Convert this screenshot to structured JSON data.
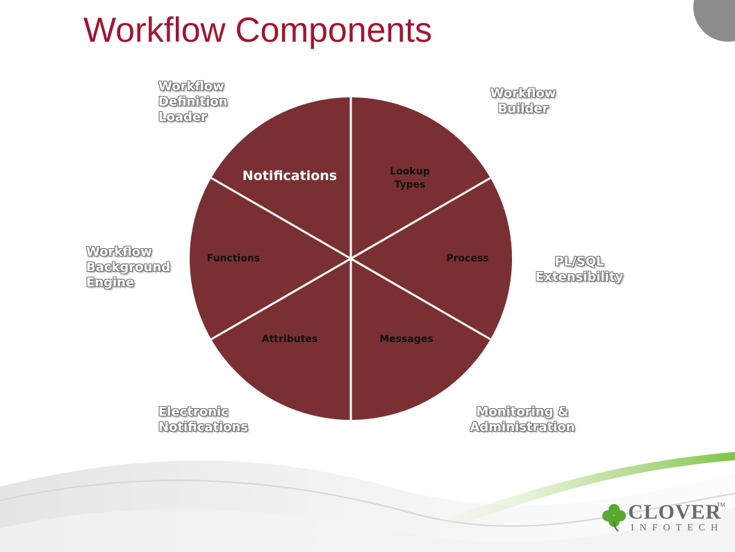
{
  "title": "Workflow Components",
  "colors": {
    "title": "#a01530",
    "segment": "#7a3033",
    "divider": "#ffffff"
  },
  "wheel": {
    "segments": [
      {
        "label": "Lookup\nTypes"
      },
      {
        "label": "Process"
      },
      {
        "label": "Messages"
      },
      {
        "label": "Attributes"
      },
      {
        "label": "Functions"
      },
      {
        "label": "Notifications"
      }
    ]
  },
  "outer_labels": [
    {
      "text": "Workflow\nDefinition\nLoader"
    },
    {
      "text": "Workflow\nBuilder"
    },
    {
      "text": "Workflow\nBackground\nEngine"
    },
    {
      "text": "PL/SQL\nExtensibility"
    },
    {
      "text": "Electronic\nNotifications"
    },
    {
      "text": "Monitoring &\nAdministration"
    }
  ],
  "logo": {
    "name": "CLOVER",
    "tm": "TM",
    "sub": "INFOTECH",
    "icon": "clover-icon"
  }
}
